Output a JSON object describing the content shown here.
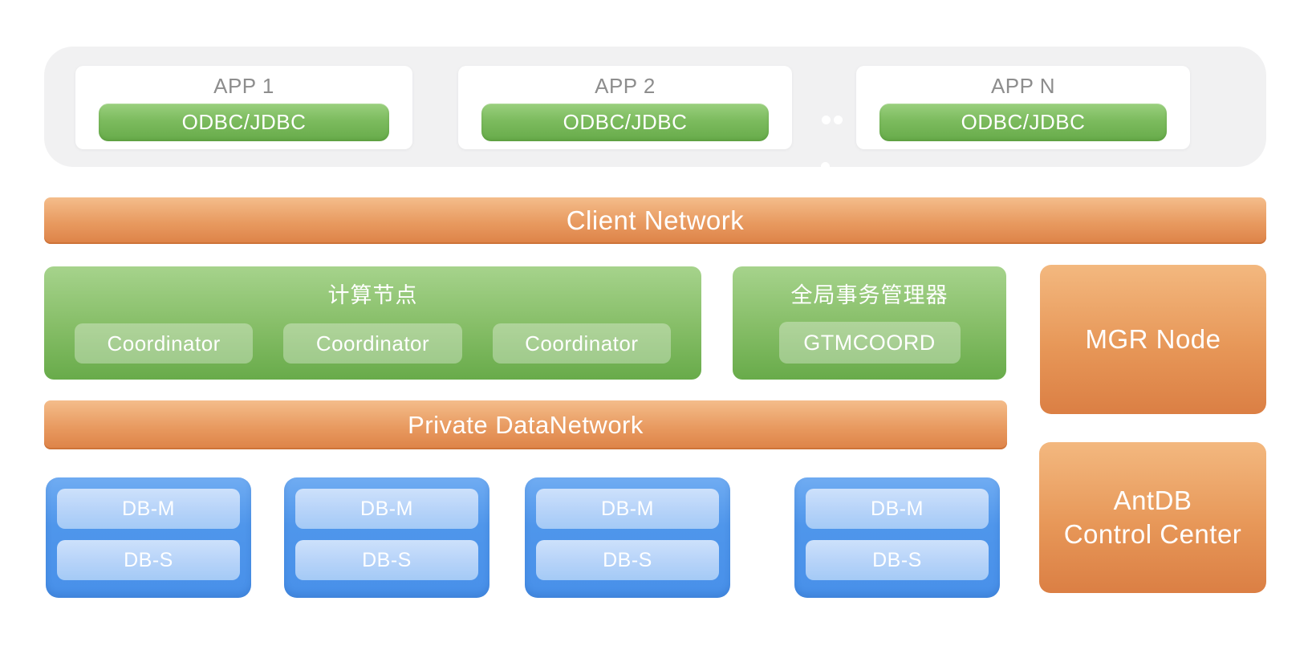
{
  "app_layer": {
    "apps": [
      {
        "label": "APP 1",
        "connector": "ODBC/JDBC"
      },
      {
        "label": "APP 2",
        "connector": "ODBC/JDBC"
      },
      {
        "label": "APP N",
        "connector": "ODBC/JDBC"
      }
    ],
    "ellipsis": "···"
  },
  "client_network": {
    "label": "Client Network"
  },
  "compute_node": {
    "title": "计算节点",
    "coordinators": [
      "Coordinator",
      "Coordinator",
      "Coordinator"
    ]
  },
  "gtm": {
    "title": "全局事务管理器",
    "node": "GTMCOORD"
  },
  "mgr_node": {
    "label": "MGR Node"
  },
  "private_network": {
    "label": "Private DataNetwork"
  },
  "db_groups": [
    {
      "master": "DB-M",
      "slave": "DB-S"
    },
    {
      "master": "DB-M",
      "slave": "DB-S"
    },
    {
      "master": "DB-M",
      "slave": "DB-S"
    },
    {
      "master": "DB-M",
      "slave": "DB-S"
    }
  ],
  "control_center": {
    "line1": "AntDB",
    "line2": "Control Center"
  },
  "colors": {
    "orange": "#dd8247",
    "green": "#68ab4a",
    "blue": "#4a92ea",
    "light_blue": "#aecff7",
    "panel_gray": "#f1f1f2",
    "label_gray": "#8d8d8d",
    "white": "#ffffff"
  }
}
